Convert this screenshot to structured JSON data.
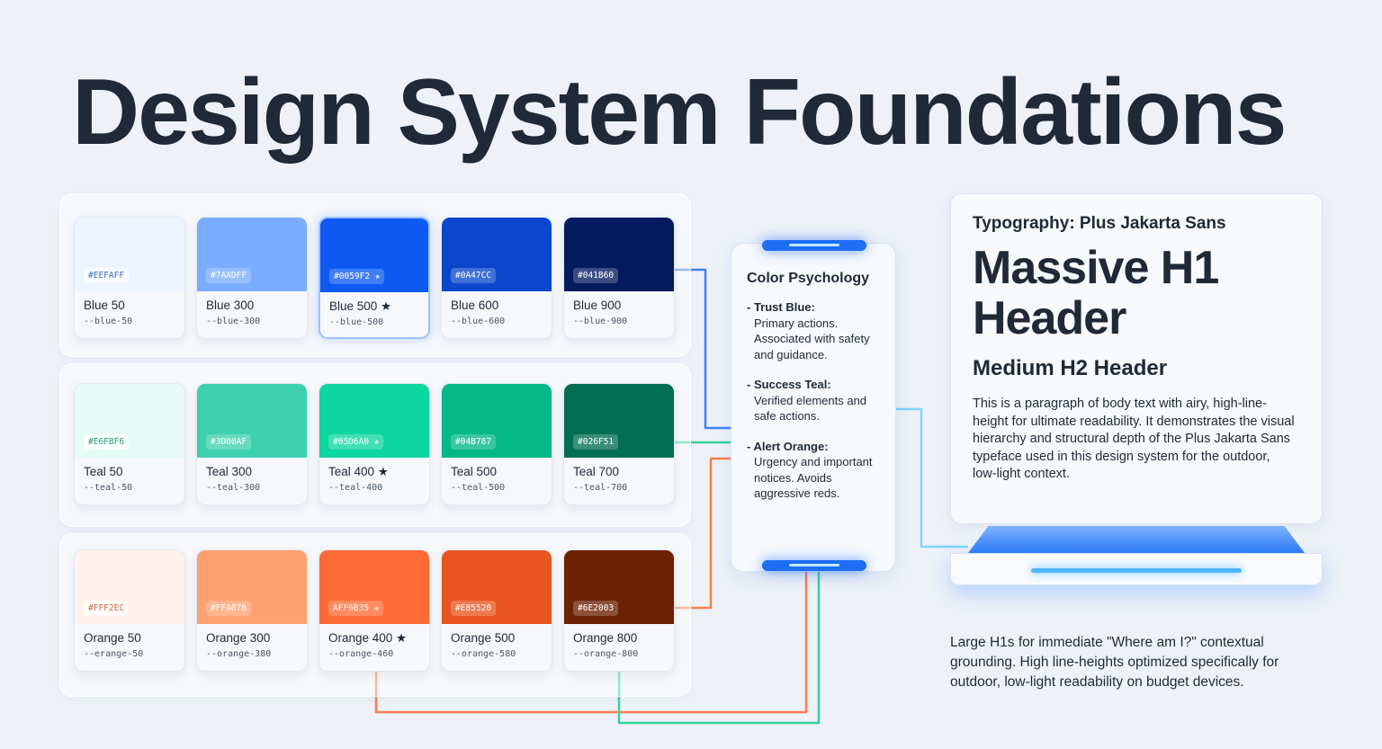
{
  "title": "Design System Foundations",
  "rows": [
    {
      "name": "blue",
      "swatches": [
        {
          "color": "#EEF4FF",
          "hex": "#EEFAFF",
          "name": "Blue 50",
          "token": "--blue-50",
          "dark_text": true
        },
        {
          "color": "#7AADFF",
          "hex": "#7AADFF",
          "name": "Blue 300",
          "token": "--blue-300",
          "dark_text": false
        },
        {
          "color": "#0D59F2",
          "hex": "#0059F2 ★",
          "name": "Blue 500 ★",
          "token": "--blue-500",
          "dark_text": false,
          "star": true
        },
        {
          "color": "#0A47CC",
          "hex": "#0A47CC",
          "name": "Blue 600",
          "token": "--blue-600",
          "dark_text": false
        },
        {
          "color": "#041B60",
          "hex": "#041B60",
          "name": "Blue 900",
          "token": "--blue-900",
          "dark_text": false
        }
      ]
    },
    {
      "name": "teal",
      "swatches": [
        {
          "color": "#E6FBF6",
          "hex": "#E6FBF6",
          "name": "Teal 50",
          "token": "--teal-50",
          "dark_text": true
        },
        {
          "color": "#3DD0AF",
          "hex": "#3D00AF",
          "name": "Teal 300",
          "token": "--teal-300",
          "dark_text": false
        },
        {
          "color": "#0DD6A0",
          "hex": "#05D6A0 ★",
          "name": "Teal 400 ★",
          "token": "--teal-400",
          "dark_text": false
        },
        {
          "color": "#04B787",
          "hex": "#04B787",
          "name": "Teal 500",
          "token": "--teal-500",
          "dark_text": false
        },
        {
          "color": "#026F51",
          "hex": "#026F51",
          "name": "Teal 700",
          "token": "--teal-700",
          "dark_text": false
        }
      ]
    },
    {
      "name": "orange",
      "swatches": [
        {
          "color": "#FFF2EC",
          "hex": "#FFF2EC",
          "name": "Orange 50",
          "token": "--erange-50",
          "dark_text": true
        },
        {
          "color": "#FFA070",
          "hex": "#FFA070",
          "name": "Orange 300",
          "token": "--orange-380",
          "dark_text": false
        },
        {
          "color": "#FF6B35",
          "hex": "AFF6B35 ★",
          "name": "Orange 400 ★",
          "token": "--orange-460",
          "dark_text": false
        },
        {
          "color": "#E85520",
          "hex": "#E85520",
          "name": "Orange 500",
          "token": "--orange-580",
          "dark_text": false
        },
        {
          "color": "#6E2003",
          "hex": "#6E2003",
          "name": "Orange 800",
          "token": "--orange-800",
          "dark_text": false
        }
      ]
    }
  ],
  "psychology": {
    "heading": "Color Psychology",
    "items": [
      {
        "label": "- Trust Blue:",
        "text": "Primary actions. Associated with safety and guidance."
      },
      {
        "label": "- Success Teal:",
        "text": "Verified elements and safe actions."
      },
      {
        "label": "- Alert Orange:",
        "text": "Urgency and important notices. Avoids aggressive reds."
      }
    ]
  },
  "typography": {
    "label": "Typography: Plus Jakarta Sans",
    "h1_line1": "Massive H1",
    "h1_line2": "Header",
    "h2": "Medium H2 Header",
    "body": "This is a paragraph of body text with airy, high-line-height for ultimate readability. It demonstrates the visual hierarchy and structural depth of the Plus Jakarta Sans typeface used in this design system for the outdoor, low-light context."
  },
  "caption": "Large H1s for immediate \"Where am I?\" contextual grounding. High line-heights optimized specifically for outdoor, low-light readability on budget devices.",
  "wire_colors": {
    "blue": "#3b82f6",
    "teal": "#34d399",
    "orange": "#f97e4a",
    "cyan": "#7dd3fc"
  }
}
